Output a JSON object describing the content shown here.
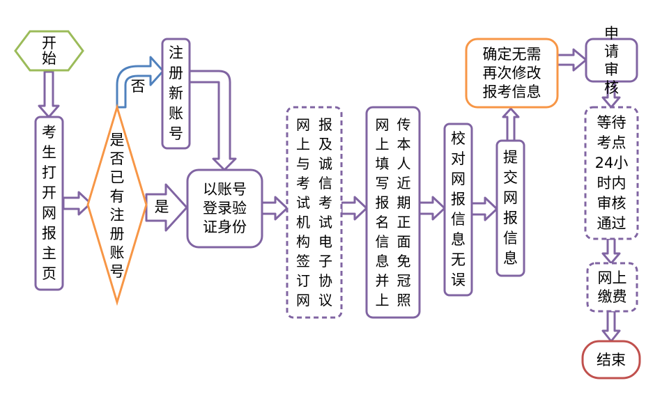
{
  "nodes": {
    "start": "开\n始",
    "open_homepage": "考\n生\n打\n开\n网\n报\n主\n页",
    "has_account": "是\n否\n已\n有\n注\n册\n账\n号",
    "register_account": "注\n册\n新\n账\n号",
    "login_verify": "以账号\n登录验\n证身份",
    "sign_agreement": "网\n上\n与\n考\n试\n机\n构\n签\n订\n网\n报\n及\n诚\n信\n考\n试\n电\n子\n协\n议",
    "fill_info": "网\n上\n填\n写\n报\n名\n信\n息\n并\n上\n传\n本\n人\n近\n期\n正\n面\n免\n冠\n照",
    "verify_info": "校\n对\n网\n报\n信\n息\n无\n误",
    "submit_info": "提\n交\n网\n报\n信\n息",
    "confirm_no_change": "确定无需\n再次修改\n报考信息",
    "apply_review": "申\n请\n审\n核",
    "wait_review": "等待\n考点\n24小\n时内\n审核\n通过",
    "pay_online": "网上\n缴费",
    "end": "结束"
  },
  "edge_labels": {
    "no": "否",
    "yes": "是"
  },
  "colors": {
    "purple": "#8064A2",
    "orange": "#F79646",
    "green": "#9BBB59",
    "blue": "#4F81BD",
    "red": "#C0504D"
  }
}
